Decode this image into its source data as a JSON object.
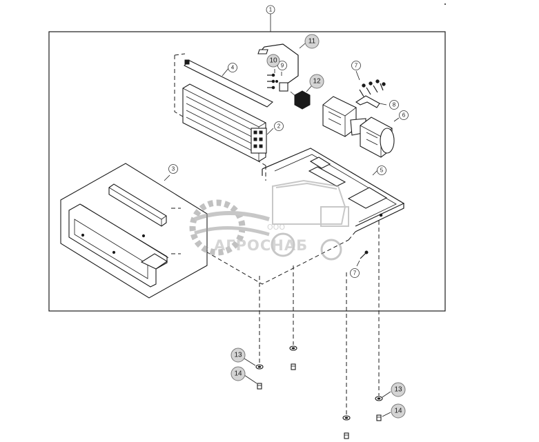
{
  "callouts": {
    "c1": "1",
    "c2": "2",
    "c3": "3",
    "c4": "4",
    "c5": "5",
    "c6": "6",
    "c7a": "7",
    "c7b": "7",
    "c8": "8",
    "c9": "9",
    "c10": "10",
    "c11": "11",
    "c12": "12",
    "c13a": "13",
    "c13b": "13",
    "c14a": "14",
    "c14b": "14"
  },
  "watermark": {
    "company_prefix": "ООО",
    "company_name": "АГРОСНАБ",
    "logo": "gear-and-combine-harvester-logo"
  },
  "colors": {
    "line": "#1a1a1a",
    "callout_fill": "#d4d4d4",
    "watermark": "#9a9a9a"
  }
}
